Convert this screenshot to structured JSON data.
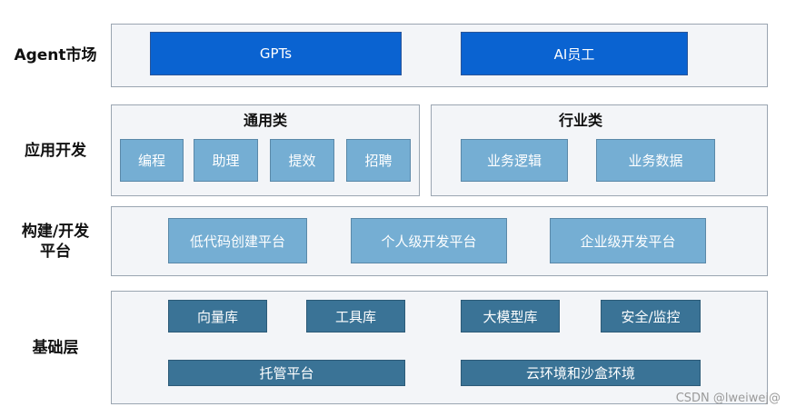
{
  "layers": {
    "market": {
      "label": "Agent市场",
      "items": [
        "GPTs",
        "AI员工"
      ]
    },
    "app_dev": {
      "label": "应用开发",
      "general": {
        "title": "通用类",
        "items": [
          "编程",
          "助理",
          "提效",
          "招聘"
        ]
      },
      "industry": {
        "title": "行业类",
        "items": [
          "业务逻辑",
          "业务数据"
        ]
      }
    },
    "build": {
      "label_line1": "构建/开发",
      "label_line2": "平台",
      "items": [
        "低代码创建平台",
        "个人级开发平台",
        "企业级开发平台"
      ]
    },
    "base": {
      "label": "基础层",
      "row1": [
        "向量库",
        "工具库",
        "大模型库",
        "安全/监控"
      ],
      "row2": [
        "托管平台",
        "云环境和沙盒环境"
      ]
    }
  },
  "watermark": "CSDN @lweiwej@",
  "colors": {
    "market_box": "#0a63d1",
    "app_box": "#75aed3",
    "build_box": "#75aed3",
    "base_box": "#3a7396",
    "panel_bg": "#f3f5f8",
    "panel_border": "#9aa5b1"
  }
}
